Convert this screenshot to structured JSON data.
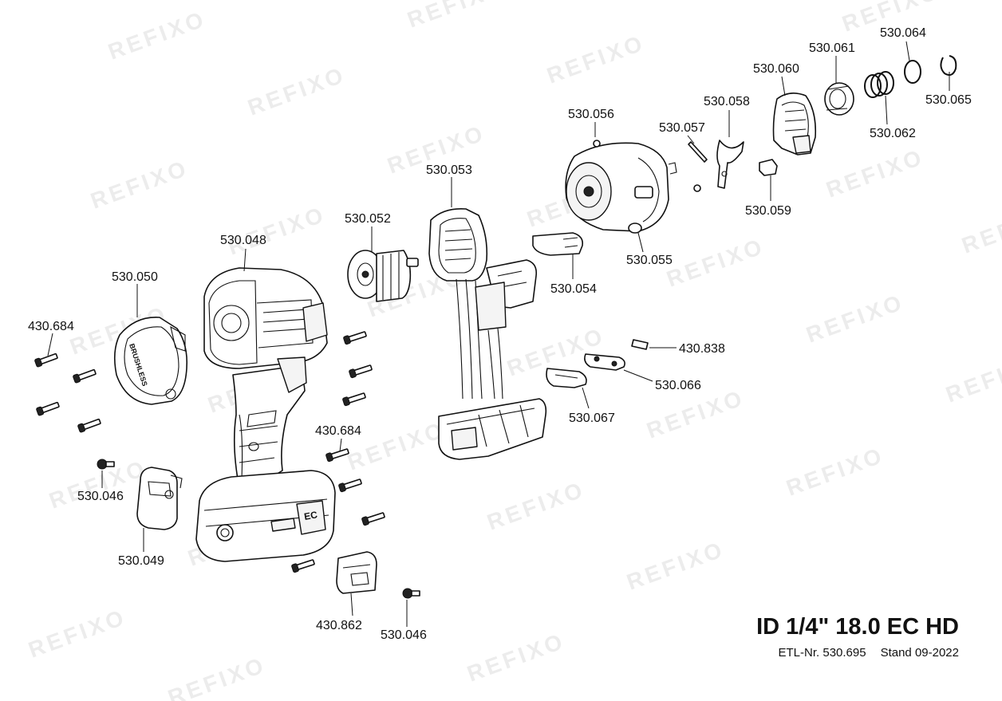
{
  "watermark": "REFIXO",
  "title": "ID 1/4\" 18.0 EC HD",
  "etl_label": "ETL-Nr. 530.695",
  "stand_label": "Stand 09-2022",
  "labels": {
    "p430684a": "430.684",
    "p530050": "530.050",
    "p530046a": "530.046",
    "p530049": "530.049",
    "p530048": "530.048",
    "p430684b": "430.684",
    "p430862": "430.862",
    "p530046b": "530.046",
    "p530052": "530.052",
    "p530053": "530.053",
    "p530054": "530.054",
    "p530055": "530.055",
    "p530056": "530.056",
    "p530057": "530.057",
    "p530058": "530.058",
    "p530059": "530.059",
    "p530060": "530.060",
    "p530061": "530.061",
    "p530062": "530.062",
    "p530064": "530.064",
    "p530065": "530.065",
    "p430838": "430.838",
    "p530066": "530.066",
    "p530067": "530.067"
  },
  "part_text": {
    "brushless": "BRUSHLESS",
    "ec": "EC"
  }
}
